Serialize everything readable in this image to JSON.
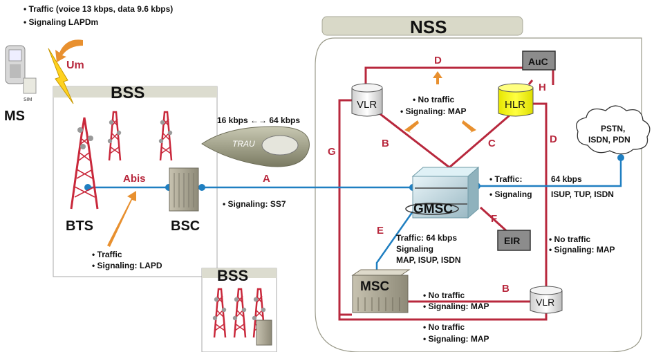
{
  "ms_bullets": [
    "Traffic (voice 13 kbps, data 9.6 kbps)",
    "Signaling LAPDm"
  ],
  "ms": {
    "label": "MS",
    "sim": "SIM",
    "um": "Um"
  },
  "bss": {
    "title": "BSS",
    "bts": "BTS",
    "bsc": "BSC",
    "abis": "Abis",
    "trau": "TRAU",
    "rate": "16 kbps ←→ 64 kbps",
    "abis_bullets": [
      "Traffic",
      "Signaling: LAPD"
    ],
    "ss7": "Signaling: SS7"
  },
  "bss2": {
    "title": "BSS"
  },
  "nss": {
    "title": "NSS",
    "auc": "AuC",
    "hlr": "HLR",
    "vlr": "VLR",
    "vlr2": "VLR",
    "gmsc": "GMSC",
    "msc": "MSC",
    "eir": "EIR",
    "top_bullets": [
      "No traffic",
      "Signaling: MAP"
    ],
    "gmsc_msc_head": "Traffic: 64 kbps",
    "gmsc_msc_lines": [
      "Signaling",
      "MAP, ISUP, ISDN"
    ],
    "msc_vlr_bullets": [
      "No traffic",
      "Signaling: MAP"
    ],
    "bottom_bullets": [
      "No traffic",
      "Signaling: MAP"
    ],
    "right_bullets": [
      "No traffic",
      "Signaling: MAP"
    ]
  },
  "ext": {
    "cloud_lines": [
      "PSTN,",
      "ISDN, PDN"
    ],
    "bullets": [
      "Traffic:",
      "Signaling"
    ],
    "rate": "64 kbps",
    "protocols": "ISUP, TUP, ISDN"
  },
  "interfaces": {
    "A": "A",
    "B": "B",
    "B2": "B",
    "C": "C",
    "D": "D",
    "D2": "D",
    "E": "E",
    "F": "F",
    "G": "G",
    "H": "H"
  },
  "colors": {
    "link_red": "#b8283d",
    "link_blue": "#1f7fc1",
    "arrow_orange": "#e8902f",
    "hlr_yellow": "#ffff00",
    "box_gray": "#8a8a8a",
    "label_red": "#b8283d"
  }
}
